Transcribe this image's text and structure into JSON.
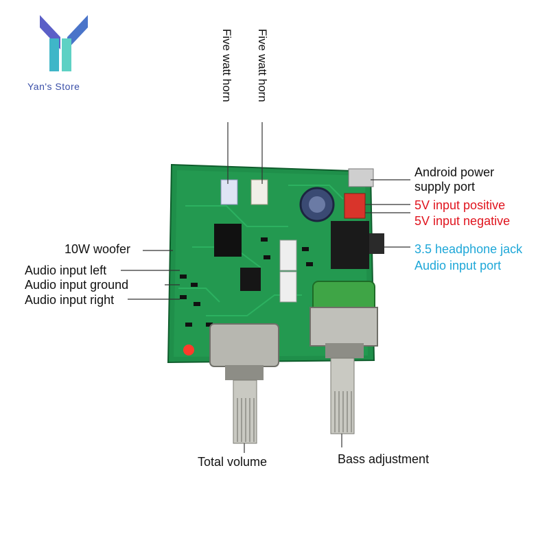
{
  "brand": {
    "store_name": "Yan's Store",
    "color_top": "#5b5fc7",
    "color_stem": "#3fb6c8",
    "text_color": "#3a4fa8"
  },
  "labels": {
    "horn_left": "Five watt horn",
    "horn_right": "Five watt horn",
    "android_power_line1": "Android power",
    "android_power_line2": "supply port",
    "input_positive": "5V input positive",
    "input_negative": "5V input negative",
    "headphone_line1": "3.5 headphone jack",
    "headphone_line2": "Audio input port",
    "woofer": "10W woofer",
    "audio_left": "Audio input left",
    "audio_ground": "Audio input ground",
    "audio_right": "Audio input right",
    "total_volume": "Total volume",
    "bass_adjustment": "Bass adjustment"
  },
  "colors": {
    "red_label": "#e0141e",
    "blue_label": "#1ea7d8",
    "pcb_green": "#1f8f4a",
    "line": "#333333"
  }
}
